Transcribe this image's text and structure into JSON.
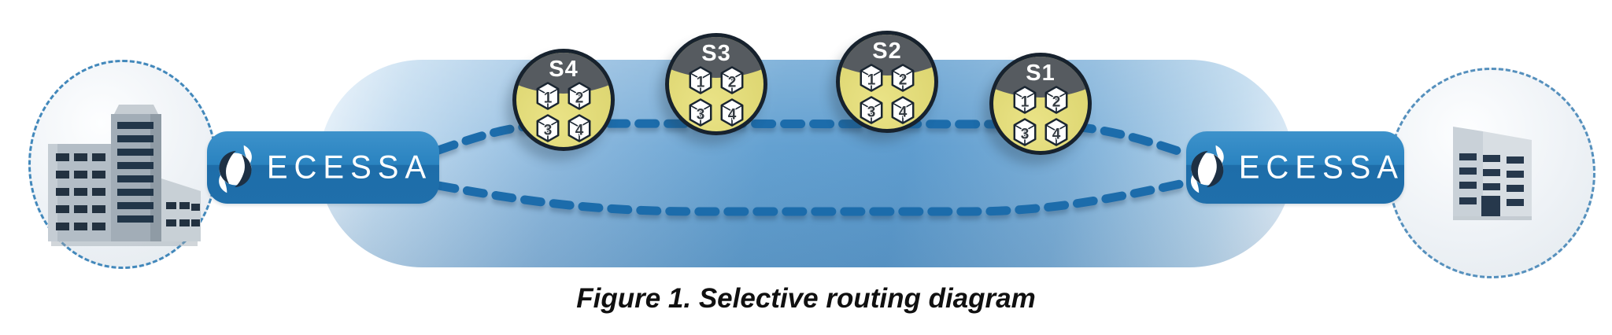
{
  "caption": "Figure 1. Selective routing diagram",
  "appliances": {
    "left": {
      "label": "ECESSA",
      "logo": "ecessa-swirl-logo"
    },
    "right": {
      "label": "ECESSA",
      "logo": "ecessa-swirl-logo"
    }
  },
  "wan_nodes": [
    {
      "label": "S4",
      "packets": [
        "1",
        "2",
        "3",
        "4"
      ]
    },
    {
      "label": "S3",
      "packets": [
        "1",
        "2",
        "3",
        "4"
      ]
    },
    {
      "label": "S2",
      "packets": [
        "1",
        "2",
        "3",
        "4"
      ]
    },
    {
      "label": "S1",
      "packets": [
        "1",
        "2",
        "3",
        "4"
      ]
    }
  ],
  "links": {
    "count": 2,
    "style": "dashed",
    "description_upper": "route through switch nodes",
    "description_lower": "direct lower route"
  },
  "colors": {
    "wan_cloud_blue": "#5f9dcf",
    "link_dash_blue": "#1c6cab",
    "appliance_blue_top": "#2f88c4",
    "appliance_blue_bottom": "#1e6da9",
    "node_yellow": "#e0d976",
    "node_cap_gray": "#565b60",
    "node_border_dark": "#17222e",
    "site_circle_dash_blue": "#4288bb",
    "building_gray": "#b3bdc6",
    "window_navy": "#26384c",
    "logo_navy": "#1d3044",
    "caption_black": "#101010"
  }
}
